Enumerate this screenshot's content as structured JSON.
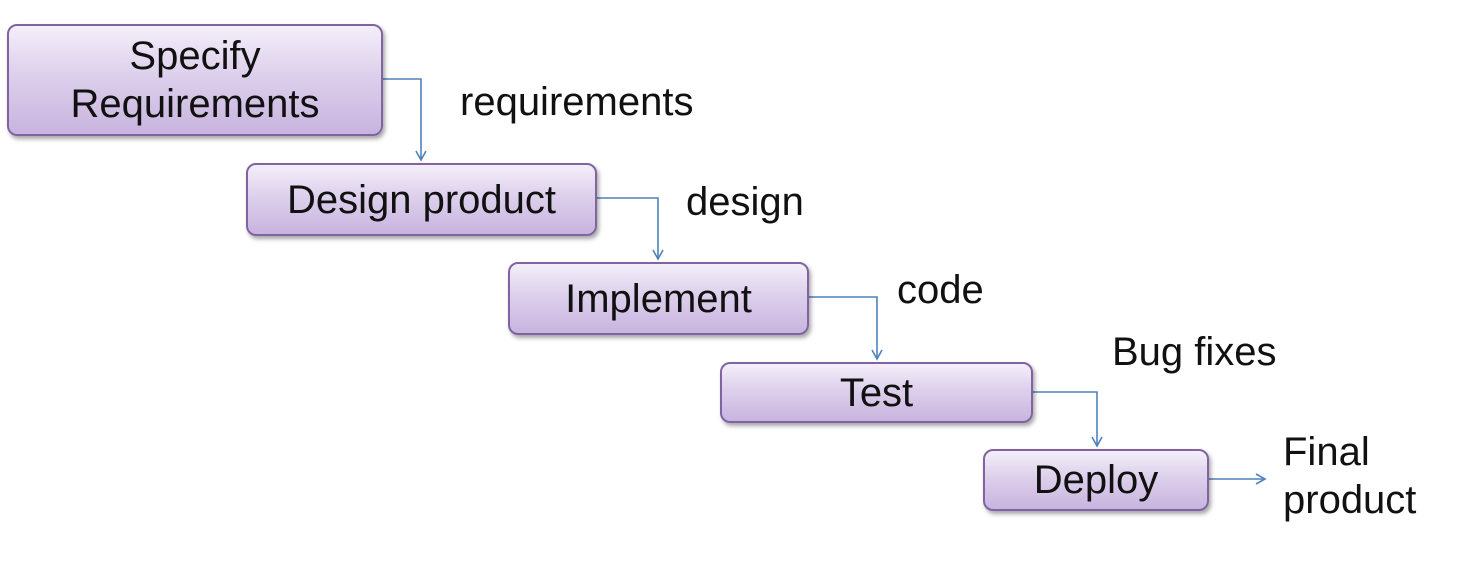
{
  "stages": [
    {
      "id": "specify",
      "label": "Specify\nRequirements"
    },
    {
      "id": "design",
      "label": "Design product"
    },
    {
      "id": "implement",
      "label": "Implement"
    },
    {
      "id": "test",
      "label": "Test"
    },
    {
      "id": "deploy",
      "label": "Deploy"
    }
  ],
  "flow_labels": {
    "requirements": "requirements",
    "design": "design",
    "code": "code",
    "bug_fixes": "Bug fixes",
    "final_product": "Final\nproduct"
  },
  "colors": {
    "box_border": "#8064a2",
    "box_fill_top": "#f4effa",
    "box_fill_bottom": "#c8b4df",
    "arrow": "#4f81bd"
  }
}
